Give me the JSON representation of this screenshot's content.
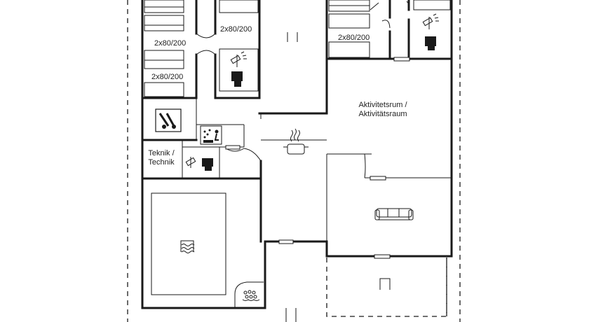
{
  "labels": {
    "bed_1": "2x80/200",
    "bed_2": "2x80/200",
    "bed_3": "2x80/200",
    "bed_4": "2x80/200",
    "activity_line1": "Aktivitetsrum /",
    "activity_line2": "Aktivitätsraum",
    "technik_line1": "Teknik /",
    "technik_line2": "Technik"
  },
  "icons": [
    "shower-toilet-icon",
    "washing-machine-icon",
    "sauna-icon",
    "kitchen-pot-icon",
    "sofa-icon",
    "pool-icon",
    "whirlpool-icon",
    "door-icon"
  ]
}
